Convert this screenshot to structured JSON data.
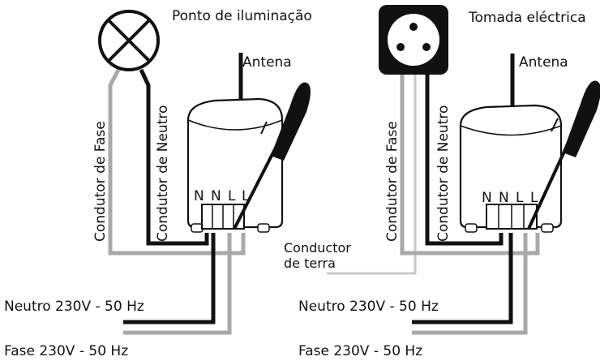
{
  "left_panel": {
    "title": "Ponto de iluminação",
    "antenna": "Antena",
    "phase_conductor": "Condutor de Fase",
    "neutral_conductor": "Condutor de Neutro",
    "terminals": [
      "N",
      "N",
      "L",
      "L"
    ],
    "neutral_supply": "Neutro 230V - 50 Hz",
    "phase_supply": "Fase 230V - 50 Hz"
  },
  "right_panel": {
    "title": "Tomada eléctrica",
    "antenna": "Antena",
    "phase_conductor": "Condutor de Fase",
    "neutral_conductor": "Condutor de Neutro",
    "terminals": [
      "N",
      "N",
      "L",
      "L"
    ],
    "earth_line1": "Conductor",
    "earth_line2": "de terra",
    "neutral_supply": "Neutro 230V - 50 Hz",
    "phase_supply": "Fase 230V - 50 Hz"
  },
  "colors": {
    "neutral_wire": "#111111",
    "phase_wire": "#a9a9a9",
    "earth_wire": "#c8c8c8"
  },
  "icons": [
    "lamp-icon",
    "socket-icon",
    "screwdriver-icon",
    "antenna-icon"
  ]
}
